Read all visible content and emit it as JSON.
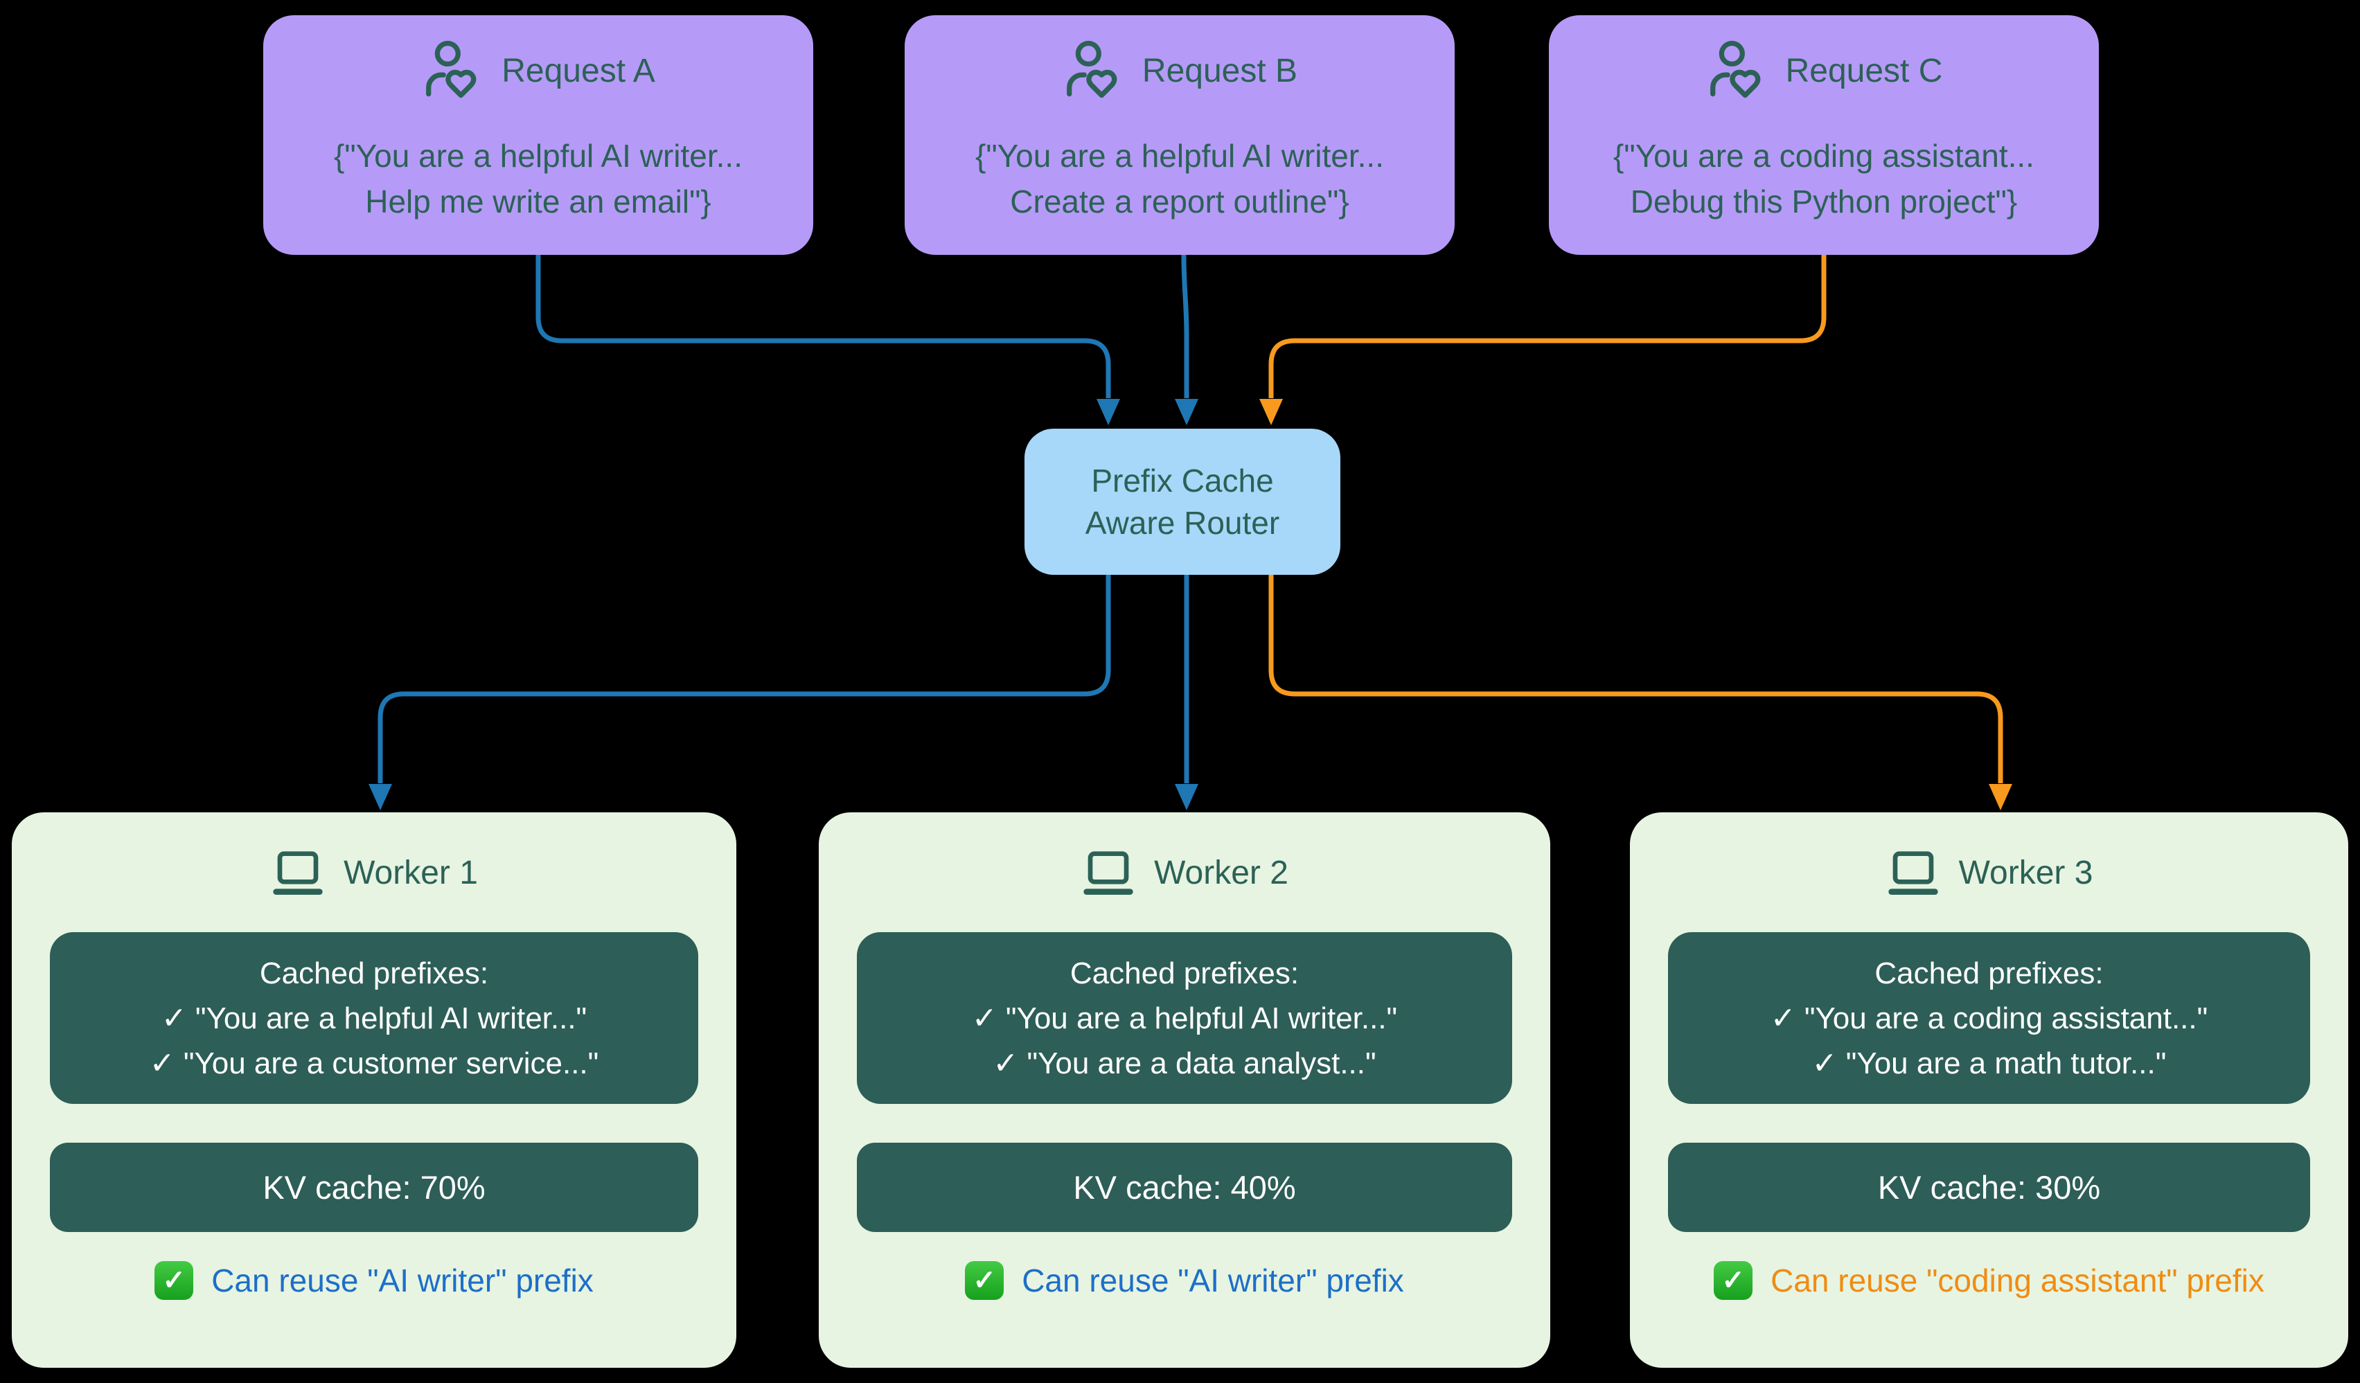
{
  "page": {
    "background": "#000000"
  },
  "palette": {
    "request_fill": "#b59bf7",
    "router_fill": "#a7d8fa",
    "worker_fill": "#e7f4e2",
    "panel_fill": "#2d5e57",
    "teal_text": "#2c6156",
    "panel_text": "#ffffff",
    "edge_blue": "#1f77b4",
    "edge_orange": "#f89a1d",
    "footer_blue": "#1d6fc8",
    "footer_orange": "#f08c12",
    "check_green": "#23a828"
  },
  "icons": {
    "user_heart": "user-heart-icon",
    "laptop": "laptop-icon",
    "check_glyph": "✓"
  },
  "requests": [
    {
      "title": "Request A",
      "body_line1": "{\"You are a helpful AI writer...",
      "body_line2": "Help me write an email\"}"
    },
    {
      "title": "Request B",
      "body_line1": "{\"You are a helpful AI writer...",
      "body_line2": "Create a report outline\"}"
    },
    {
      "title": "Request C",
      "body_line1": "{\"You are a coding assistant...",
      "body_line2": "Debug this Python project\"}"
    }
  ],
  "router": {
    "line1": "Prefix Cache",
    "line2": "Aware Router"
  },
  "workers": [
    {
      "title": "Worker 1",
      "cached_header": "Cached prefixes:",
      "cached_item1": "✓ \"You are a helpful AI writer...\"",
      "cached_item2": "✓ \"You are a customer service...\"",
      "kv_label": "KV cache: 70%",
      "footer_text": "Can reuse \"AI writer\" prefix"
    },
    {
      "title": "Worker 2",
      "cached_header": "Cached prefixes:",
      "cached_item1": "✓ \"You are a helpful AI writer...\"",
      "cached_item2": "✓ \"You are a data analyst...\"",
      "kv_label": "KV cache: 40%",
      "footer_text": "Can reuse \"AI writer\" prefix"
    },
    {
      "title": "Worker 3",
      "cached_header": "Cached prefixes:",
      "cached_item1": "✓ \"You are a coding assistant...\"",
      "cached_item2": "✓ \"You are a math tutor...\"",
      "kv_label": "KV cache: 30%",
      "footer_text": "Can reuse \"coding assistant\" prefix"
    }
  ]
}
